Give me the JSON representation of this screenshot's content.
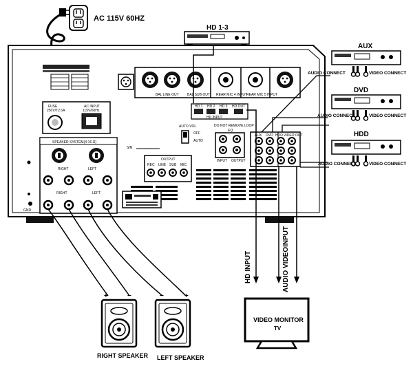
{
  "power": {
    "label": "AC 115V 60HZ"
  },
  "sources": {
    "hd": {
      "title": "HD 1-3"
    },
    "aux": {
      "title": "AUX",
      "audio": "AUDIO CONNECT",
      "video": "VIDEO CONNECT"
    },
    "dvd": {
      "title": "DVD",
      "audio": "AUDIO CONNECT",
      "video": "VIDEO CONNECT"
    },
    "hdd": {
      "title": "HDD",
      "audio": "AUDIO CONNECT",
      "video": "VIDEO CONNECT"
    }
  },
  "panel": {
    "fuse": "FUSE",
    "fuse_rating": "250V/T2.5A",
    "ac_input": "AC INPUT",
    "ac_rating": "115V/60Hz",
    "speaker_system": "SPEAKER SYSTEM(4-16 Ω)",
    "right": "RIGHT",
    "left": "LEFT",
    "sn": "S/N",
    "output": "OUTPUT",
    "output_ports": [
      "REC",
      "LINE",
      "SUB",
      "MIC"
    ],
    "hd_input": "HD INPUT",
    "hd_ports": [
      "HD 1",
      "HD 2",
      "HD 3",
      "HD OUT"
    ],
    "auto_vol": "AUTO VOL",
    "off": "OFF",
    "auto": "AUTO",
    "do_not_remove_loop": "DO NOT REMOVE LOOP",
    "eq": "EQ",
    "input": "INPUT",
    "output_small": "OUTPUT",
    "bal_line_out": "BAL LINE OUT",
    "bal_sub_out": "BAL SUB OUT",
    "rear_mic_input_1": "REAR MIC 4 INPUT",
    "rear_mic_input_2": "REAR MIC 5 INPUT",
    "video_ports": [
      "AUX",
      "DVD",
      "HDD",
      "VIDEO OUT"
    ],
    "gnd": "GND"
  },
  "outputs": {
    "hd_input": "HD INPUT",
    "audio_videoinput": "AUDIO VIDEOINPUT",
    "monitor_line1": "VIDEO MONITOR",
    "monitor_line2": "TV"
  },
  "speakers": {
    "right": "RIGHT SPEAKER",
    "left": "LEFT SPEAKER",
    "plus": "+",
    "minus": "−"
  }
}
